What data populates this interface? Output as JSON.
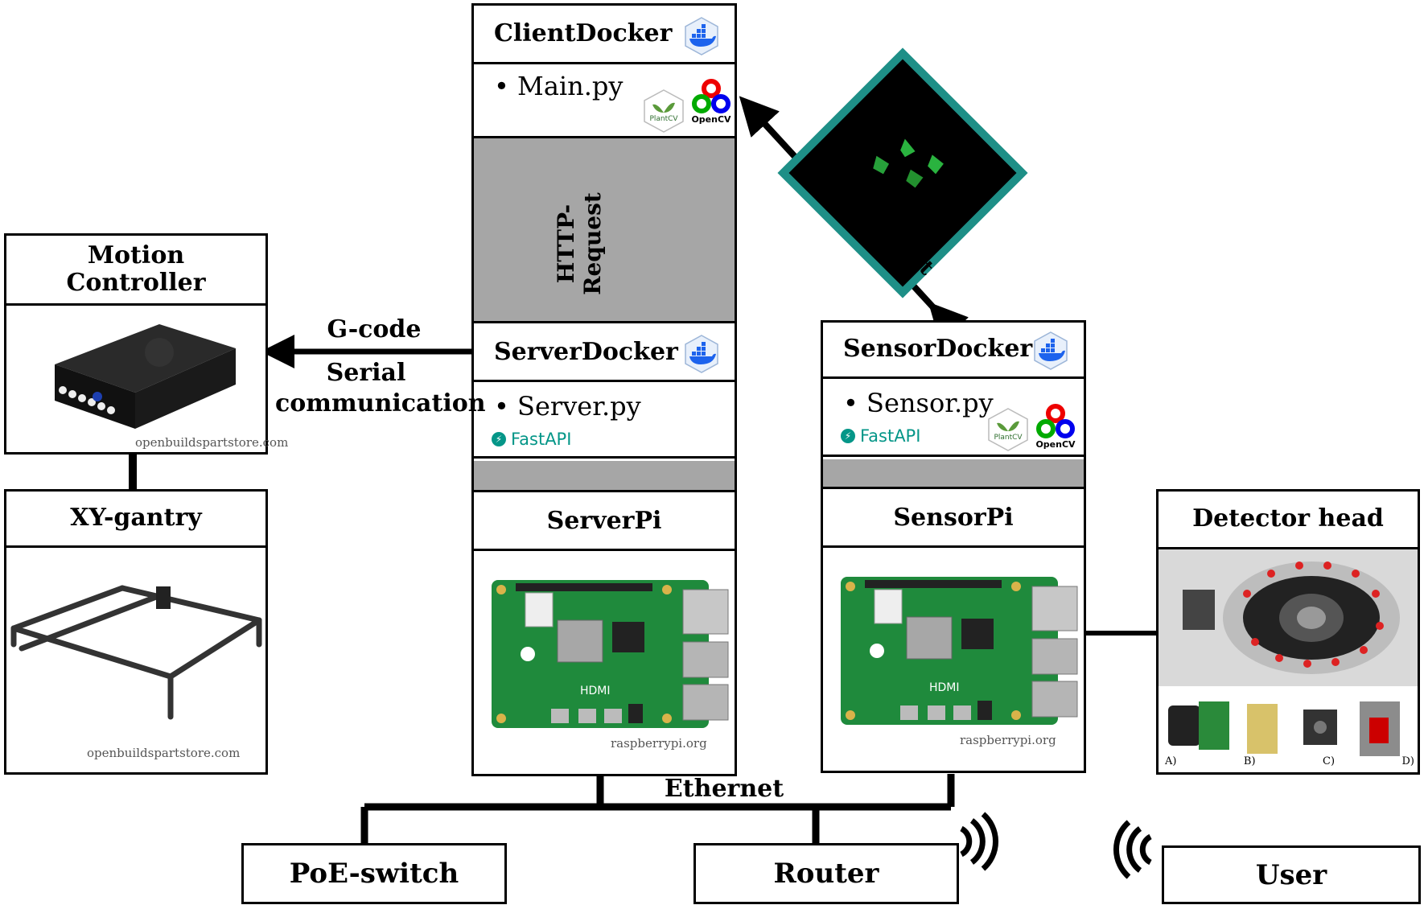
{
  "client_docker": {
    "title": "ClientDocker",
    "bullet": "• Main.py"
  },
  "server_docker": {
    "title": "ServerDocker",
    "bullet": "• Server.py",
    "framework": "FastAPI"
  },
  "sensor_docker": {
    "title": "SensorDocker",
    "bullet": "• Sensor.py",
    "framework": "FastAPI"
  },
  "server_pi": {
    "title": "ServerPi",
    "credit": "raspberrypi.org"
  },
  "sensor_pi": {
    "title": "SensorPi",
    "credit": "raspberrypi.org"
  },
  "motion_controller": {
    "title_line1": "Motion",
    "title_line2": "Controller",
    "credit": "openbuildspartstore.com"
  },
  "xy_gantry": {
    "title": "XY-gantry",
    "credit": "openbuildspartstore.com"
  },
  "detector_head": {
    "title": "Detector head",
    "sub_labels": [
      "A)",
      "B)",
      "C)",
      "D)"
    ]
  },
  "connections": {
    "gcode": "G-code",
    "serial_line1": "Serial",
    "serial_line2": "communication",
    "http_vertical": "HTTP-Request",
    "http_diagonal": "HTTP-Request",
    "ethernet": "Ethernet"
  },
  "network": {
    "poe_switch": "PoE-switch",
    "router": "Router",
    "user": "User"
  },
  "logos": {
    "plantcv": "PlantCV",
    "opencv": "OpenCV"
  },
  "icons": [
    "docker-icon",
    "plantcv-icon",
    "opencv-icon",
    "fastapi-icon",
    "wifi-signal-icon"
  ],
  "colors": {
    "teal_frame": "#1e8f87",
    "fastapi": "#049688",
    "band_gray": "#a6a6a6",
    "docker_blue": "#1d63ed"
  }
}
